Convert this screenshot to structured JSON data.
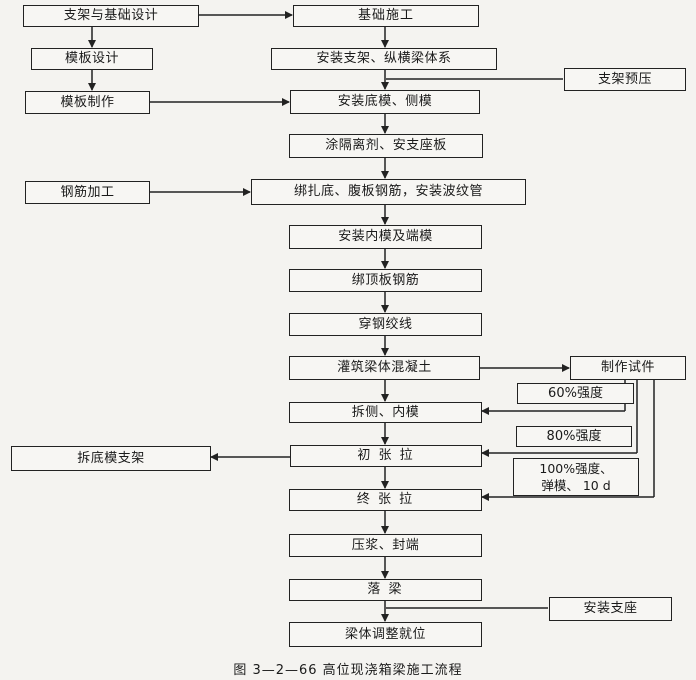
{
  "nodes": {
    "design": "支架与基础设计",
    "foundation": "基础施工",
    "formwork_design": "模板设计",
    "install_support": "安装支架、纵横梁体系",
    "preload": "支架预压",
    "formwork_make": "模板制作",
    "bottom_side_form": "安装底模、侧模",
    "release_agent": "涂隔离剂、安支座板",
    "rebar_proc": "钢筋加工",
    "tie_rebar": "绑扎底、腹板钢筋，安装波纹管",
    "inner_form": "安装内模及端模",
    "top_rebar": "绑顶板钢筋",
    "strand": "穿钢绞线",
    "pour": "灌筑梁体混凝土",
    "specimen": "制作试件",
    "str60": "60%强度",
    "remove_side": "拆侧、内模",
    "str80": "80%强度",
    "remove_bottom": "拆底模支架",
    "initial_tension": "初 张 拉",
    "str100": "100%强度、\n弹模、 10 d",
    "final_tension": "终 张 拉",
    "grout": "压浆、封端",
    "drop_beam": "落 梁",
    "install_bearing": "安装支座",
    "adjust": "梁体调整就位"
  },
  "caption": "图 3—2—66    高位现浇箱梁施工流程"
}
